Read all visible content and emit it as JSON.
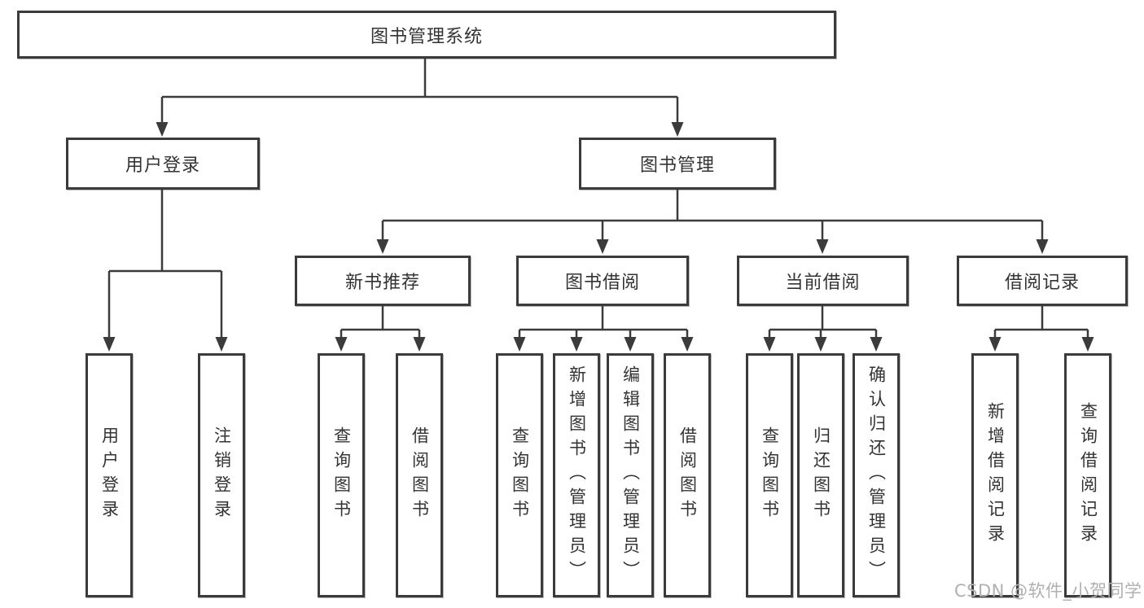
{
  "tree": {
    "root": {
      "label": "图书管理系统"
    },
    "level2": [
      {
        "label": "用户登录"
      },
      {
        "label": "图书管理"
      }
    ],
    "level3": [
      {
        "label": "新书推荐"
      },
      {
        "label": "图书借阅"
      },
      {
        "label": "当前借阅"
      },
      {
        "label": "借阅记录"
      }
    ],
    "leaves": {
      "user_login": [
        "用户登录",
        "注销登录"
      ],
      "new_book_recommend": [
        "查询图书",
        "借阅图书"
      ],
      "book_borrow": [
        "查询图书",
        "新增图书（管理员）",
        "编辑图书（管理员）",
        "借阅图书"
      ],
      "current_borrow": [
        "查询图书",
        "归还图书",
        "确认归还（管理员）"
      ],
      "borrow_record": [
        "新增借阅记录",
        "查询借阅记录"
      ]
    }
  },
  "watermark": {
    "text": "CSDN @软件_小贺同学"
  },
  "colors": {
    "line": "#3b3b3b",
    "box_border": "#3b3b3b",
    "text": "#333333",
    "watermark": "#b0b0b0",
    "background": "#ffffff"
  }
}
